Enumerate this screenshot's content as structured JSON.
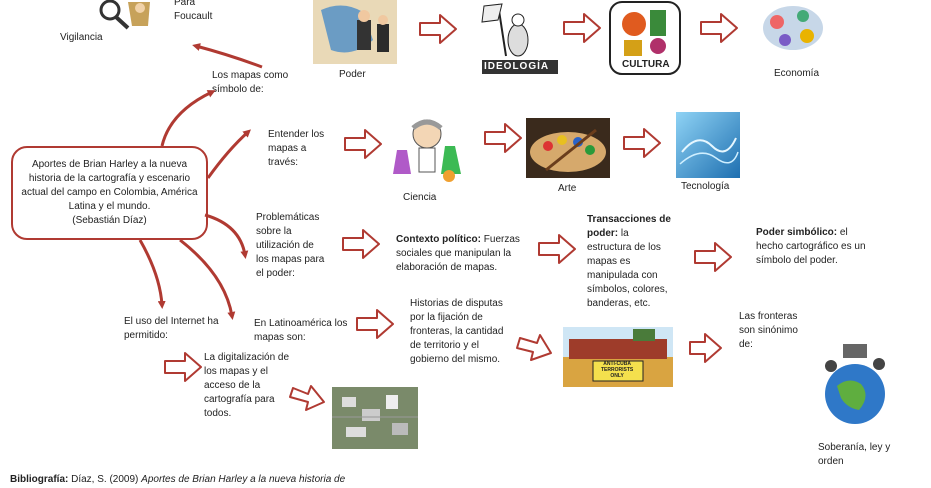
{
  "nodes": {
    "para_foucault": "Para\nFoucault",
    "vigilancia": "Vigilancia",
    "poder": "Poder",
    "ideologia": "IDEOLOGÍA",
    "cultura": "CULTURA",
    "economia": "Economía",
    "mapas_simbolo": "Los mapas como\nsímbolo de:",
    "entender_mapas": "Entender los\nmapas a\ntravés:",
    "ciencia": "Ciencia",
    "arte": "Arte",
    "tecnologia": "Tecnología",
    "central": "Aportes de Brian Harley a la nueva historia de la cartografía y escenario actual del campo en Colombia, América Latina y el mundo.\n(Sebastián Díaz)",
    "problematicas": "Problemáticas\nsobre la\nutilización de\nlos mapas para\nel poder:",
    "contexto_politico_bold": "Contexto político:",
    "contexto_politico_rest": " Fuerzas sociales que manipulan la elaboración de mapas.",
    "transacciones_bold": "Transacciones de poder:",
    "transacciones_rest": " la estructura de los mapas es manipulada con símbolos, colores, banderas, etc.",
    "poder_simbolico_bold": "Poder simbólico:",
    "poder_simbolico_rest": " el hecho cartográfico es un símbolo del poder.",
    "internet": "El uso del Internet ha\npermitido:",
    "latinoamerica": "En Latinoamérica los\nmapas son:",
    "historias_disputas": "Historias de disputas\npor la fijación de\nfronteras, la cantidad\nde territorio y el\ngobierno del mismo.",
    "fronteras": "Las fronteras\nson sinónimo\nde:",
    "digitalizacion": "La digitalización de\nlos mapas y el\nacceso de la\ncartografía para\ntodos.",
    "soberania": "Soberanía, ley y\norden",
    "mural_sign": "ANTI-CUBA\nTERRORISTS\nONLY"
  },
  "bibliography": {
    "label": "Bibliografía:",
    "text": " Díaz, S. (2009) ",
    "italic": "Aportes de Brian Harley a la nueva historia de"
  },
  "colors": {
    "arrow": "#b03a32",
    "box_border": "#b03a32"
  }
}
